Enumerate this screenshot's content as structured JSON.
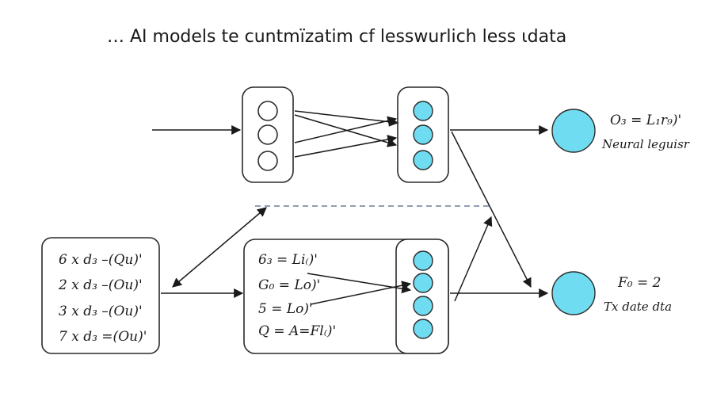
{
  "title": "… AI models te cuntmïzatim cf lesswurlich less ɩdata",
  "top_output": {
    "formula": "O₃ = L₁r₉)'",
    "label": "Neural leguisr"
  },
  "bottom_output": {
    "formula": "F₀ = 2",
    "label": "Tx date dta"
  },
  "left_box": {
    "lines": [
      "6  x  d₃ –(Qu)'",
      "2  x  d₃ –(Ou)'",
      "3  x  d₃ –(Ou)'",
      "7  x  d₃ =(Ou)'"
    ]
  },
  "middle_box": {
    "lines": [
      "6₃ = Li₍)'",
      "G₀ = Lo)'",
      "5 = Lo)'",
      "Q = A=Fl₍)'"
    ]
  },
  "colors": {
    "node_fill": "#6fdcf2",
    "stroke": "#2b2b2b",
    "dashed_line": "#6b7f99"
  }
}
